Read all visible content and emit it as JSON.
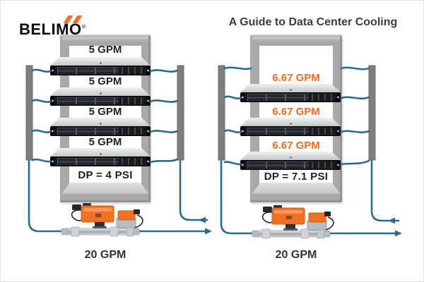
{
  "header": {
    "logo_text": "BELIMO",
    "registered_mark": "®",
    "title": "A Guide to Data Center Cooling"
  },
  "racks": {
    "left": {
      "servers": [
        {
          "flow_label": "5 GPM"
        },
        {
          "flow_label": "5 GPM"
        },
        {
          "flow_label": "5 GPM"
        },
        {
          "flow_label": "5 GPM"
        }
      ],
      "dp_label": "DP = 4 PSI",
      "total_flow_label": "20 GPM"
    },
    "right": {
      "servers": [
        {
          "flow_label": "6.67 GPM"
        },
        {
          "flow_label": "6.67 GPM"
        },
        {
          "flow_label": "6.67 GPM"
        }
      ],
      "dp_label": "DP = 7.1 PSI",
      "total_flow_label": "20 GPM"
    }
  },
  "colors": {
    "accent_orange": "#f36f21",
    "flow_text_orange": "#f26c21",
    "pipe_blue": "#2d6a8c",
    "title_gray": "#3d3d3d",
    "rack_gray": "#a9a9a9",
    "manifold_gray": "#7e7e7e",
    "label_dark": "#222222"
  }
}
